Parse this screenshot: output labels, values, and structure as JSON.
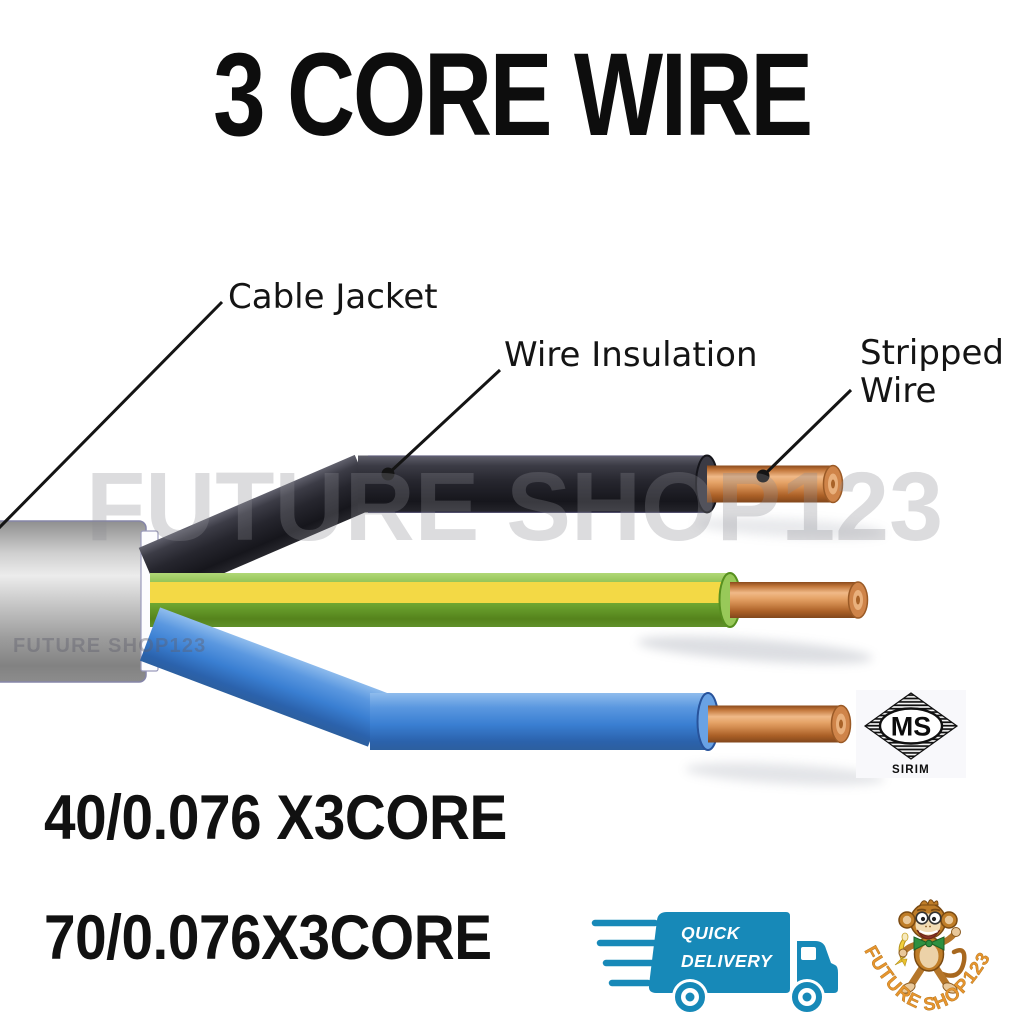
{
  "title": "3 CORE WIRE",
  "diagram": {
    "labels": {
      "cable_jacket": "Cable Jacket",
      "wire_insulation": "Wire Insulation",
      "stripped_wire": "Stripped Wire"
    },
    "colors": {
      "jacket_gray": "#b8b8b8",
      "live_insulation_black": "#26262e",
      "earth_green": "#74ac38",
      "earth_yellow_stripe": "#f3d945",
      "neutral_blue": "#3a7fd2",
      "copper_conductor": "#d18a4e"
    }
  },
  "watermarks": {
    "large": "FUTURE SHOP123",
    "small": "FUTURE SHOP123"
  },
  "product_codes": {
    "line1": "40/0.076 X3CORE",
    "line2": "70/0.076X3CORE"
  },
  "certification": {
    "mark": "MS",
    "org": "SIRIM"
  },
  "delivery": {
    "line1": "QUICK",
    "line2": "DELIVERY",
    "accent": "#1789b8"
  },
  "mascot": {
    "brand": "FUTURE SHOP123"
  }
}
